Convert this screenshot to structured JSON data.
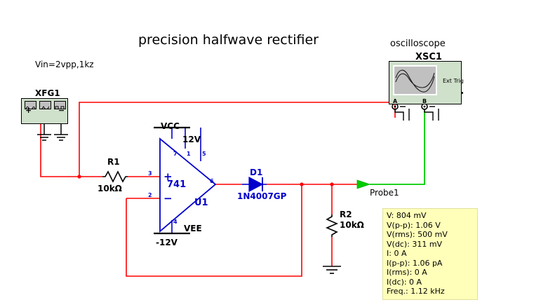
{
  "title": "precision halfwave rectifier",
  "source_note": "Vin=2vpp,1kz",
  "function_generator": {
    "ref": "XFG1",
    "plus_label": "+",
    "minus_label": "−",
    "buttons": [
      "sine-waveform-button",
      "triangle-waveform-button",
      "square-waveform-button"
    ]
  },
  "opamp": {
    "part": "741",
    "ref": "U1",
    "plus_label": "+",
    "minus_label": "−",
    "pins": {
      "noninverting": "3",
      "inverting": "2",
      "vplus": "7",
      "offset1": "1",
      "offset5": "5",
      "vminus": "4",
      "output": "6"
    },
    "vcc_label": "VCC",
    "vcc_value": "12V",
    "vee_label": "VEE",
    "vee_value": "-12V"
  },
  "resistors": [
    {
      "ref": "R1",
      "value": "10kΩ"
    },
    {
      "ref": "R2",
      "value": "10kΩ"
    }
  ],
  "diode": {
    "ref": "D1",
    "part": "1N4007GP"
  },
  "probe": {
    "label": "Probe1",
    "readout": [
      "V: 804 mV",
      "V(p-p): 1.06 V",
      "V(rms): 500 mV",
      "V(dc): 311 mV",
      "I: 0 A",
      "I(p-p): 1.06 pA",
      "I(rms): 0 A",
      "I(dc): 0 A",
      "Freq.: 1.12 kHz"
    ]
  },
  "oscilloscope": {
    "title": "oscilloscope",
    "ref": "XSC1",
    "channel_a_label": "A",
    "channel_b_label": "B",
    "ext_trig_label": "Ext Trig"
  },
  "colors": {
    "wire_red": "#ff0000",
    "wire_green": "#00cc00",
    "component_blue": "#0000cc",
    "component_black": "#000000",
    "readout_bg": "#ffffb9",
    "instrument_body": "#cfe0cb",
    "screen_bg": "#c0c0c0"
  }
}
